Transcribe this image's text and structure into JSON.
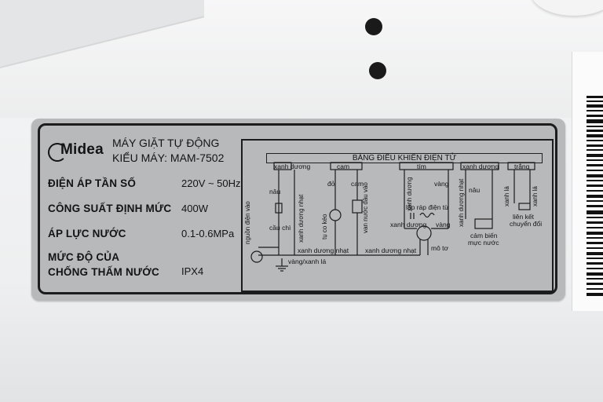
{
  "brand": "Midea",
  "header": {
    "line1": "MÁY GIẶT TỰ ĐỘNG",
    "line2": "KIỂU MÁY: MAM-7502"
  },
  "specs": [
    {
      "label": "ĐIỆN ÁP TẦN SỐ",
      "value": "220V ~ 50Hz"
    },
    {
      "label": "CÔNG SUẤT ĐỊNH MỨC",
      "value": "400W"
    },
    {
      "label": "ÁP LỰC NƯỚC",
      "value": "0.1-0.6MPa"
    },
    {
      "label_line1": "MỨC ĐỘ CỦA",
      "label_line2": "CHỐNG THẤM NƯỚC",
      "value": "IPX4"
    }
  ],
  "diagram": {
    "board_title": "BẢNG ĐIỀU KHIỂN ĐIỆN TỬ",
    "terminals": [
      "xanh dương",
      "cam",
      "tím",
      "xanh dương",
      "trắng"
    ],
    "wire_labels": {
      "nau1": "nâu",
      "xanh_duong_nhat1": "xanh dương nhạt",
      "do": "đỏ",
      "cam": "cam",
      "vang": "vàng",
      "xanh_duong_v": "xanh dương",
      "xanh_duong_nhat2": "xanh dương nhạt",
      "nau2": "nâu",
      "xanh_la": "xanh lá",
      "xanh_la2": "xanh lá",
      "bottom_xdn1": "xanh dương nhạt",
      "bottom_xdn2": "xanh dương nhạt",
      "vang_xanh_la": "vàng/xanh lá",
      "xanh_duong_h": "xanh dương",
      "vang_h": "vàng"
    },
    "components": {
      "nguon": "nguồn điện vào",
      "cau_chi": "cầu chì",
      "tu_co_keo": "tụ co kéo",
      "van_nuoc": "van nước đầu vào",
      "lap_rap": "lắp ráp điện từ",
      "mo_to": "mô tơ",
      "cam_bien_1": "cảm biến",
      "cam_bien_2": "mực nước",
      "lien_ket_1": "liên kết",
      "lien_ket_2": "chuyển đổi"
    }
  }
}
